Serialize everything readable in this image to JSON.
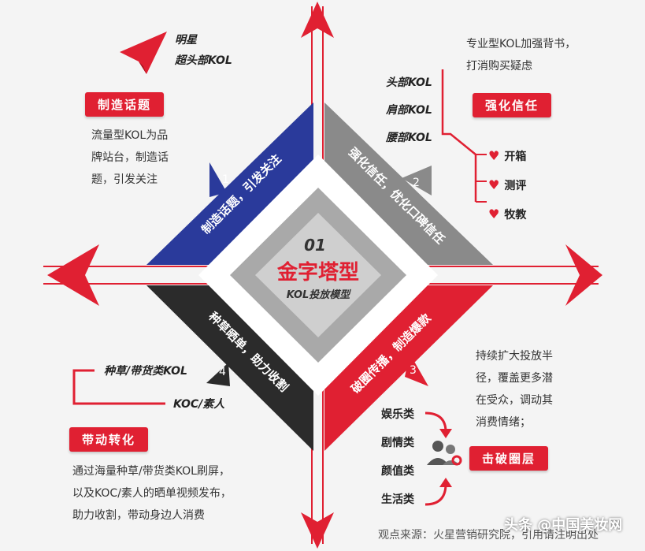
{
  "center": {
    "num": "01",
    "title": "金字塔型",
    "subtitle": "KOL投放模型"
  },
  "quadrants": {
    "q1": {
      "label": "制造话题，引发关注",
      "num": "1"
    },
    "q2": {
      "label": "强化信任，优化口碑信任",
      "num": "2"
    },
    "q3": {
      "label": "破圈传播，制造爆款",
      "num": "3"
    },
    "q4": {
      "label": "种草晒单，助力收割",
      "num": "4"
    }
  },
  "top_left": {
    "icon_lines": [
      "明星",
      "超头部KOL"
    ],
    "tag": "制造话题",
    "desc": [
      "流量型KOL为品",
      "牌站台，制造话",
      "题，引发关注"
    ]
  },
  "top_right": {
    "desc": [
      "专业型KOL加强背书，",
      "打消购买疑虑"
    ],
    "levels": [
      "头部KOL",
      "肩部KOL",
      "腰部KOL"
    ],
    "tag": "强化信任",
    "items": [
      "开箱",
      "测评",
      "牧教"
    ]
  },
  "bottom_left": {
    "types": [
      "种草/带货类KOL",
      "KOC/素人"
    ],
    "tag": "带动转化",
    "desc": [
      "通过海量种草/带货类KOL刷屏，",
      "以及KOC/素人的晒单视频发布，",
      "助力收割，带动身边人消费"
    ]
  },
  "bottom_right": {
    "desc": [
      "持续扩大投放半",
      "径，覆盖更多潜",
      "在受众，调动其",
      "消费情绪；"
    ],
    "cats": [
      "娱乐类",
      "剧情类",
      "颜值类",
      "生活类"
    ],
    "tag": "击破圈层"
  },
  "footer": {
    "source": "观点来源：火星营销研究院，引用请注明出处",
    "watermark": "头条 @中国美妆网"
  },
  "colors": {
    "red": "#e02032",
    "blue": "#2a3a9b",
    "gray": "#8a8a8a",
    "dark": "#2b2b2b"
  }
}
